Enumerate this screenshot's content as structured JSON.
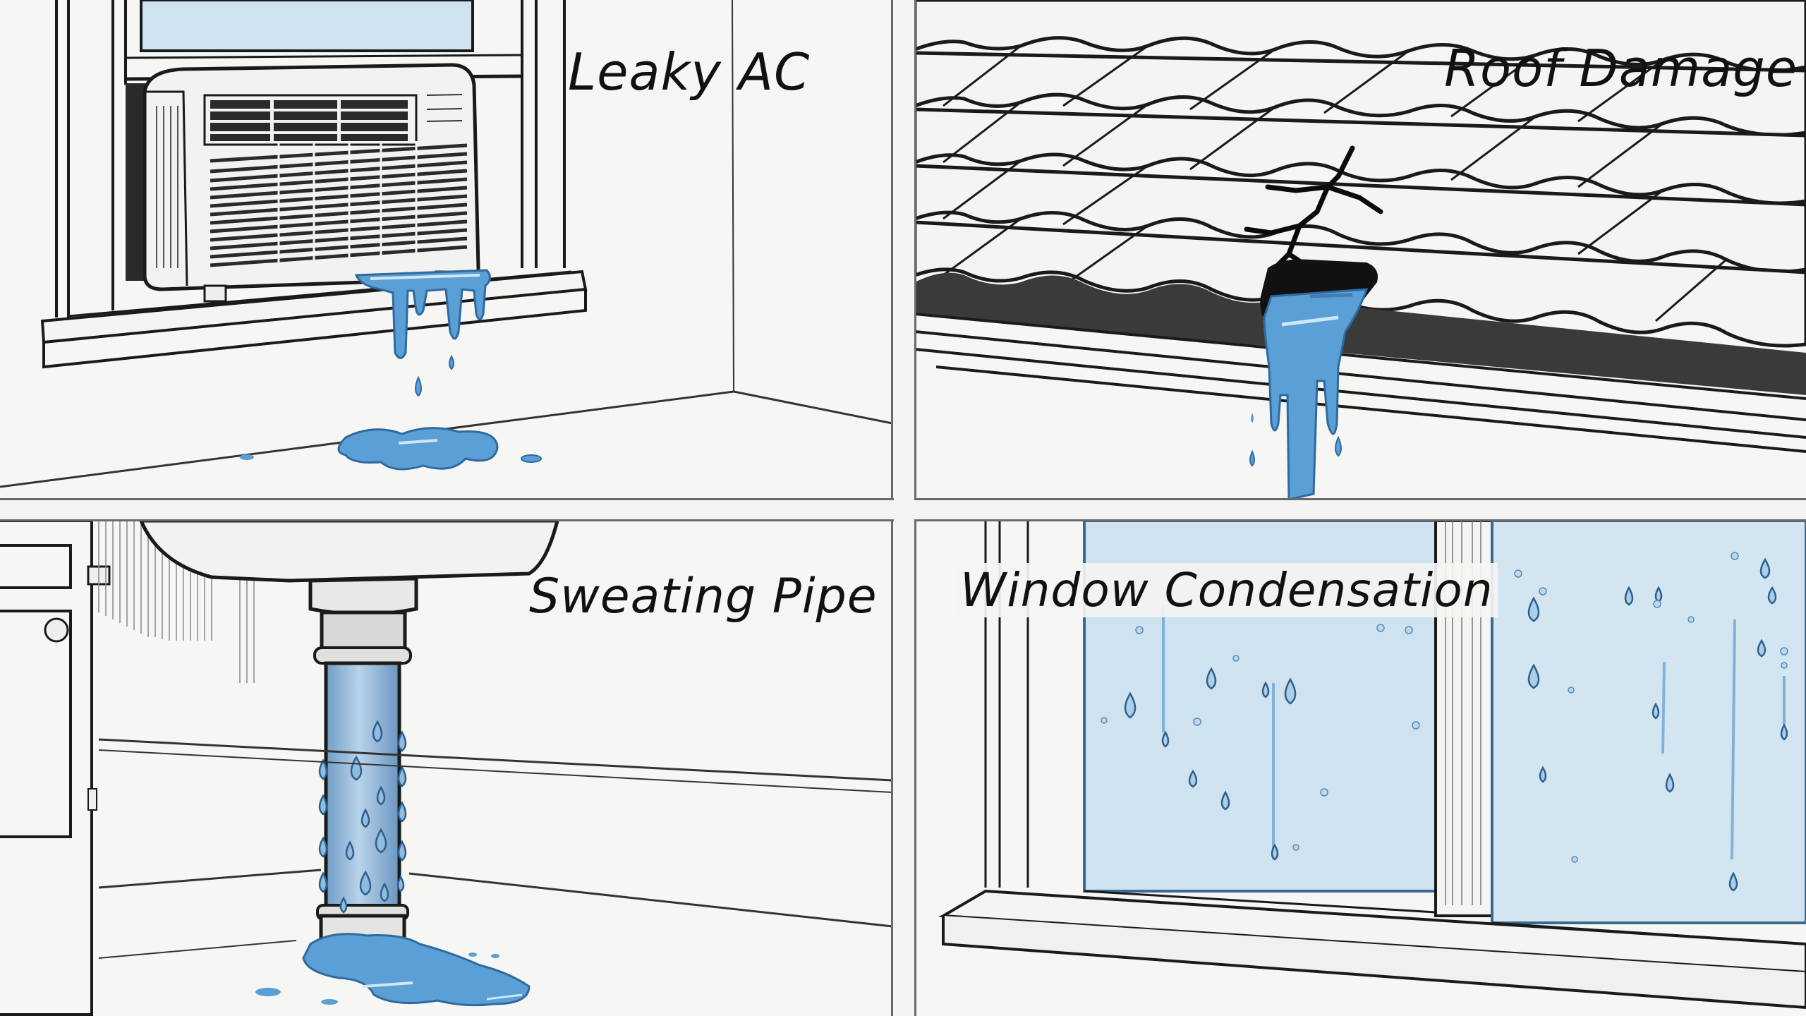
{
  "panels": [
    {
      "id": "leaky-ac",
      "label": "Leaky AC"
    },
    {
      "id": "roof-damage",
      "label": "Roof Damage"
    },
    {
      "id": "sweating-pipe",
      "label": "Sweating Pipe"
    },
    {
      "id": "window-condensation",
      "label": "Window Condensation"
    }
  ],
  "colors": {
    "background": "#f6f6f4",
    "ink": "#1a1a1a",
    "panel_border": "#6a6a6a",
    "water": "#5a9fd6",
    "water_outline": "#2f6a9e",
    "water_highlight": "#cfe6f7",
    "pipe": "#8fb4d6",
    "glass": "#cfe2f0"
  }
}
